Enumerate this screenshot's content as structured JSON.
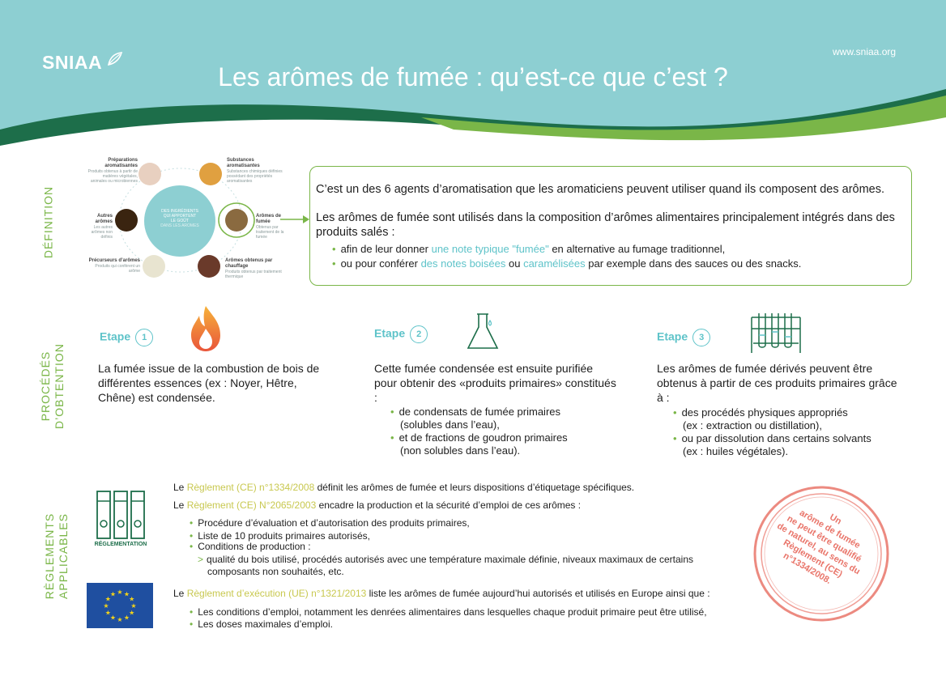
{
  "header": {
    "logo": "SNIAA",
    "website": "www.sniaa.org",
    "title": "Les arômes de fumée : qu’est-ce que c’est ?"
  },
  "sections": {
    "definition": "DÉFINITION",
    "procedes_line1": "PROCÉDÉS",
    "procedes_line2": "D’OBTENTION",
    "reglements_line1": "RÈGLEMENTS",
    "reglements_line2": "APPLICABLES"
  },
  "diagram": {
    "center_line1": "DES INGRÉDIENTS",
    "center_line2": "QUI APPORTENT",
    "center_line3": "LE GOÛT",
    "center_line4": "DANS LES AROMES",
    "items": [
      {
        "title": "Préparations aromatisantes",
        "desc": "Produits obtenus à partir de matières végétales, animales ou microbiennes"
      },
      {
        "title": "Substances aromatisantes",
        "desc": "Substances chimiques définies possédant des propriétés aromatisantes"
      },
      {
        "title": "Autres arômes",
        "desc": "Les autres arômes non définis"
      },
      {
        "title": "Arômes de fumée",
        "desc": "Obtenus par traitement de la fumée"
      },
      {
        "title": "Précurseurs d’arômes",
        "desc": "Produits qui confèrent un arôme"
      },
      {
        "title": "Arômes obtenus par chauffage",
        "desc": "Produits obtenus par traitement thermique"
      }
    ]
  },
  "definition": {
    "line1": "C’est un des 6 agents d’aromatisation que les aromaticiens peuvent utiliser quand ils composent des arômes.",
    "line2": "Les arômes de fumée sont utilisés dans la composition d’arômes alimentaires principalement intégrés dans des produits salés :",
    "bullet1_pre": "afin de leur donner ",
    "bullet1_hl": "une note typique \"fumée\"",
    "bullet1_post": " en alternative au fumage traditionnel,",
    "bullet2_pre": "ou pour conférer ",
    "bullet2_hl1": "des notes boisées",
    "bullet2_mid": " ou ",
    "bullet2_hl2": "caramélisées",
    "bullet2_post": " par exemple dans des sauces ou des snacks."
  },
  "steps": [
    {
      "label": "Etape",
      "num": "1",
      "text": "La fumée issue de la combustion de bois de différentes essences (ex : Noyer, Hêtre, Chêne) est condensée."
    },
    {
      "label": "Etape",
      "num": "2",
      "text": "Cette fumée condensée est ensuite purifiée pour obtenir des «produits primaires» constitués :",
      "bullets": [
        {
          "l1": "de condensats de fumée primaires",
          "l2": "(solubles dans l’eau),"
        },
        {
          "l1": "et de fractions de goudron primaires",
          "l2": "(non solubles dans l’eau)."
        }
      ]
    },
    {
      "label": "Etape",
      "num": "3",
      "text": "Les arômes de fumée dérivés peuvent être obtenus à partir de ces produits primaires grâce à :",
      "bullets": [
        {
          "l1": "des procédés physiques appropriés",
          "l2": "(ex : extraction ou distillation),"
        },
        {
          "l1": "ou par dissolution dans certains solvants",
          "l2": "(ex : huiles végétales)."
        }
      ]
    }
  ],
  "regulations": {
    "icon_label": "RÉGLEMENTATION",
    "r1_pre": "Le ",
    "r1_hl": "Règlement (CE) n°1334/2008",
    "r1_post": " définit les arômes de fumée et leurs dispositions d’étiquetage spécifiques.",
    "r2_pre": "Le ",
    "r2_hl": "Règlement (CE) N°2065/2003",
    "r2_post": " encadre la production et la sécurité d’emploi de ces arômes :",
    "r2_bullets": [
      "Procédure d’évaluation et d’autorisation des produits primaires,",
      "Liste de 10 produits primaires autorisés,",
      "Conditions de production :"
    ],
    "r2_sub_l1": "qualité du bois utilisé, procédés autorisés avec une température maximale définie, niveaux maximaux de certains",
    "r2_sub_l2": "composants non souhaités, etc.",
    "r3_pre": "Le ",
    "r3_hl": "Règlement d’exécution (UE) n°1321/2013",
    "r3_post": " liste les arômes de fumée aujourd’hui autorisés et utilisés en Europe ainsi que :",
    "r3_bullets": [
      "Les conditions d’emploi, notamment les denrées alimentaires dans lesquelles chaque produit primaire peut être utilisé,",
      "Les doses maximales d’emploi."
    ]
  },
  "stamp": {
    "lines": [
      "Un",
      "arôme de fumée",
      "ne peut être qualifié",
      "de naturel, au sens du",
      "Règlement (CE)",
      "n°1334/2008."
    ]
  },
  "colors": {
    "teal": "#5ec3c9",
    "dark_green": "#1d6e4a",
    "light_green": "#7ab648",
    "eu_blue": "#1f4fa0",
    "stamp_red": "#e9756a"
  }
}
